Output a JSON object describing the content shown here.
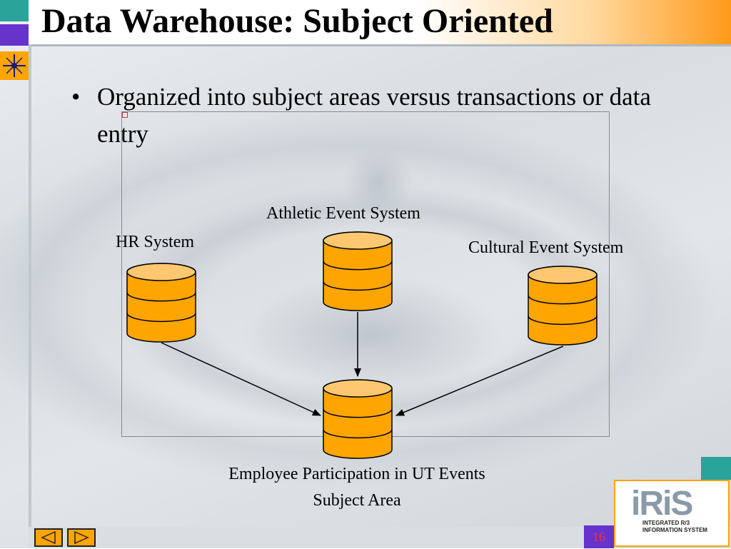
{
  "slide": {
    "title": "Data Warehouse: Subject Oriented",
    "bullet_mark": "•",
    "bullet_text": "Organized into subject areas versus transactions or data entry",
    "page_number": "16"
  },
  "diagram": {
    "sources": [
      {
        "label": "HR System"
      },
      {
        "label": "Athletic Event System"
      },
      {
        "label": "Cultural Event System"
      }
    ],
    "target": {
      "label_line1": "Employee Participation in UT Events",
      "label_line2": "Subject Area"
    },
    "node_color": "#ffa500"
  },
  "logo": {
    "name": "iRiS",
    "subtitle_line1": "INTEGRATED R/3",
    "subtitle_line2": "INFORMATION SYSTEM"
  },
  "colors": {
    "accent_orange": "#ffa500",
    "accent_purple": "#6633cc",
    "accent_teal": "#2aa39a"
  }
}
